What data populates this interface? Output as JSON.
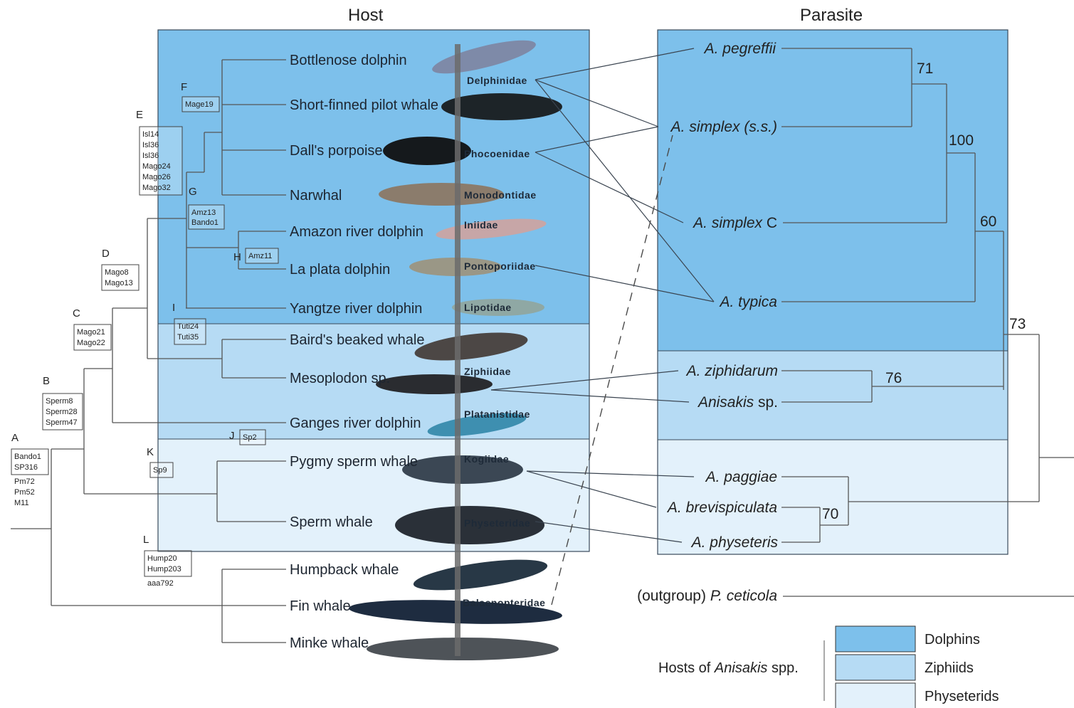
{
  "headers": {
    "host": "Host",
    "parasite": "Parasite"
  },
  "colors": {
    "dolphins": "#7dc0eb",
    "ziphiids": "#b6dbf4",
    "physeterids": "#e3f1fb",
    "line": "#555555",
    "stripe": "#6b6b6b"
  },
  "host_species": [
    "Bottlenose dolphin",
    "Short-finned pilot whale",
    "Dall's porpoise",
    "Narwhal",
    "Amazon river dolphin",
    "La plata dolphin",
    "Yangtze river dolphin",
    "Baird's beaked whale",
    "Mesoplodon sp.",
    "Ganges river dolphin",
    "Pygmy sperm whale",
    "Sperm whale",
    "Humpback whale",
    "Fin whale",
    "Minke whale"
  ],
  "families": [
    "Delphinidae",
    "Phocoenidae",
    "Monodontidae",
    "Iniidae",
    "Pontoporiidae",
    "Lipotidae",
    "Ziphiidae",
    "Platanistidae",
    "Kogiidae",
    "Physeteridae",
    "Balaenopteridae"
  ],
  "clades": [
    {
      "letter": "A",
      "boxed": [
        "Bando1",
        "SP316"
      ],
      "extra": [
        "Pm72",
        "Pm52",
        "M11"
      ]
    },
    {
      "letter": "B",
      "boxed": [
        "Sperm8",
        "Sperm28",
        "Sperm47"
      ]
    },
    {
      "letter": "C",
      "boxed": [
        "Mago21",
        "Mago22"
      ]
    },
    {
      "letter": "D",
      "boxed": [
        "Mago8",
        "Mago13"
      ]
    },
    {
      "letter": "E",
      "boxed": [
        "Isl14",
        "Isl36",
        "Isl36",
        "Mago24",
        "Mago26",
        "Mago32"
      ]
    },
    {
      "letter": "F",
      "boxed": [
        "Mage19"
      ]
    },
    {
      "letter": "G",
      "boxed": [
        "Amz13",
        "Bando1"
      ]
    },
    {
      "letter": "H",
      "boxed": [
        "Amz11"
      ]
    },
    {
      "letter": "I",
      "boxed": [
        "Tuti24",
        "Tuti35"
      ]
    },
    {
      "letter": "J",
      "boxed": [
        "Sp2"
      ]
    },
    {
      "letter": "K",
      "boxed": [
        "Sp9"
      ]
    },
    {
      "letter": "L",
      "boxed": [
        "Hump20",
        "Hump203"
      ],
      "extra": [
        "aaa792"
      ]
    }
  ],
  "parasites": [
    {
      "genus": "A.",
      "epithet": "pegreffii",
      "suffix": ""
    },
    {
      "genus": "A.",
      "epithet": "simplex (s.s.)",
      "suffix": ""
    },
    {
      "genus": "A.",
      "epithet": "simplex",
      "suffix": " C"
    },
    {
      "genus": "A.",
      "epithet": "typica",
      "suffix": ""
    },
    {
      "genus": "A.",
      "epithet": "ziphidarum",
      "suffix": ""
    },
    {
      "genus": "Anisakis",
      "epithet": "",
      "suffix": " sp."
    },
    {
      "genus": "A.",
      "epithet": "paggiae",
      "suffix": ""
    },
    {
      "genus": "A.",
      "epithet": "brevispiculata",
      "suffix": ""
    },
    {
      "genus": "A.",
      "epithet": "physeteris",
      "suffix": ""
    }
  ],
  "outgroup": {
    "prefix": "(outgroup) ",
    "name": "P. ceticola"
  },
  "support_values": [
    "71",
    "100",
    "60",
    "73",
    "76",
    "70"
  ],
  "legend": {
    "title_prefix": "Hosts of ",
    "title_italic": "Anisakis",
    "title_suffix": " spp.",
    "items": [
      "Dolphins",
      "Ziphiids",
      "Physeterids"
    ]
  }
}
